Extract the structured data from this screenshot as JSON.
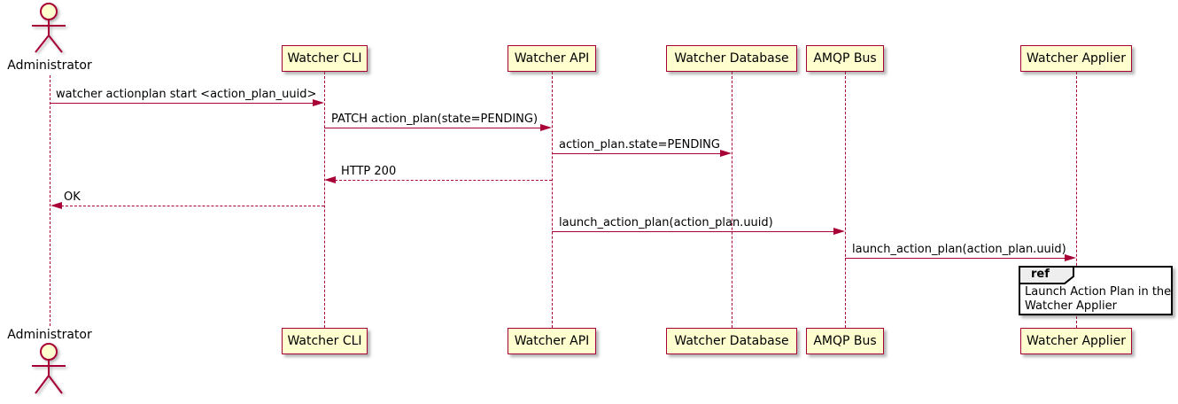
{
  "diagram": {
    "type": "uml-sequence",
    "actor": {
      "label": "Administrator"
    },
    "participants": [
      {
        "label": "Watcher CLI"
      },
      {
        "label": "Watcher API"
      },
      {
        "label": "Watcher Database"
      },
      {
        "label": "AMQP Bus"
      },
      {
        "label": "Watcher Applier"
      }
    ],
    "messages": [
      {
        "label": "watcher actionplan start <action_plan_uuid>",
        "from": "Administrator",
        "to": "Watcher CLI",
        "line": "solid"
      },
      {
        "label": "PATCH action_plan(state=PENDING)",
        "from": "Watcher CLI",
        "to": "Watcher API",
        "line": "solid"
      },
      {
        "label": "action_plan.state=PENDING",
        "from": "Watcher API",
        "to": "Watcher Database",
        "line": "solid"
      },
      {
        "label": "HTTP 200",
        "from": "Watcher API",
        "to": "Watcher CLI",
        "line": "dashed"
      },
      {
        "label": "OK",
        "from": "Watcher CLI",
        "to": "Administrator",
        "line": "dashed"
      },
      {
        "label": "launch_action_plan(action_plan.uuid)",
        "from": "Watcher API",
        "to": "AMQP Bus",
        "line": "solid"
      },
      {
        "label": "launch_action_plan(action_plan.uuid)",
        "from": "AMQP Bus",
        "to": "Watcher Applier",
        "line": "solid"
      }
    ],
    "ref": {
      "keyword": "ref",
      "line1": "Launch Action Plan in the",
      "line2": "Watcher Applier",
      "over": "Watcher Applier"
    },
    "colors": {
      "participant_fill": "#FEFECE",
      "stroke": "#A80036",
      "text": "#000000",
      "ref_border": "#000000",
      "ref_header_fill": "#EEEEEE"
    }
  }
}
